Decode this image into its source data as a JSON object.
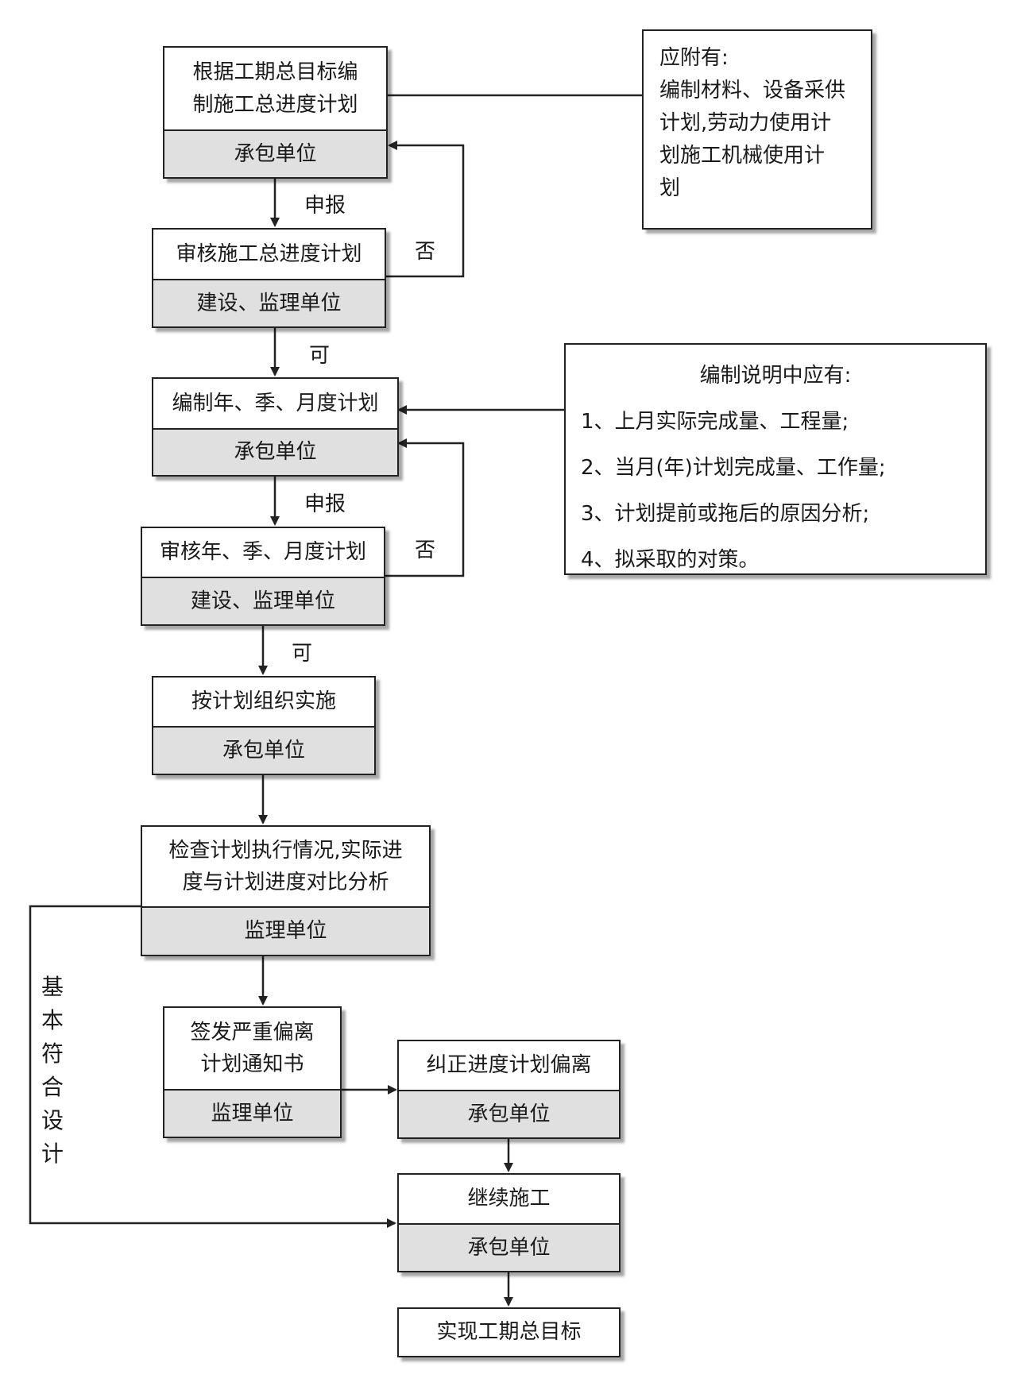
{
  "nodes": {
    "n1": {
      "task": "根据工期总目标编制施工总进度计划",
      "task_lines": [
        "根据工期总目标编",
        "制施工总进度计划"
      ],
      "unit": "承包单位"
    },
    "n2": {
      "task": "审核施工总进度计划",
      "unit": "建设、监理单位"
    },
    "n3": {
      "task": "编制年、季、月度计划",
      "unit": "承包单位"
    },
    "n4": {
      "task": "审核年、季、月度计划",
      "unit": "建设、监理单位"
    },
    "n5": {
      "task": "按计划组织实施",
      "unit": "承包单位"
    },
    "n6": {
      "task": "检查计划执行情况,实际进度与计划进度对比分析",
      "task_lines": [
        "检查计划执行情况,实际进",
        "度与计划进度对比分析"
      ],
      "unit": "监理单位"
    },
    "n7": {
      "task": "签发严重偏离计划通知书",
      "task_lines": [
        "签发严重偏离",
        "计划通知书"
      ],
      "unit": "监理单位"
    },
    "n8": {
      "task": "纠正进度计划偏离",
      "unit": "承包单位"
    },
    "n9": {
      "task": "继续施工",
      "unit": "承包单位"
    },
    "n10": {
      "task": "实现工期总目标"
    }
  },
  "notes": {
    "attach": {
      "lines": [
        "应附有:",
        "编制材料、设备采供",
        "计划,劳动力使用计",
        "划施工机械使用计",
        "划"
      ]
    },
    "explain": {
      "title": "编制说明中应有:",
      "items": [
        "1、上月实际完成量、工程量;",
        "2、当月(年)计划完成量、工作量;",
        "3、计划提前或拖后的原因分析;",
        "4、拟采取的对策。"
      ]
    }
  },
  "edge_labels": {
    "submit_1": "申报",
    "reject_1": "否",
    "approve_1": "可",
    "submit_2": "申报",
    "reject_2": "否",
    "approve_2": "可",
    "basically_conforms": "基本符合设计",
    "basically_conforms_chars": [
      "基",
      "本",
      "符",
      "合",
      "设",
      "计"
    ]
  },
  "colors": {
    "line": "#222222",
    "unit_fill": "#e0e0e0"
  }
}
